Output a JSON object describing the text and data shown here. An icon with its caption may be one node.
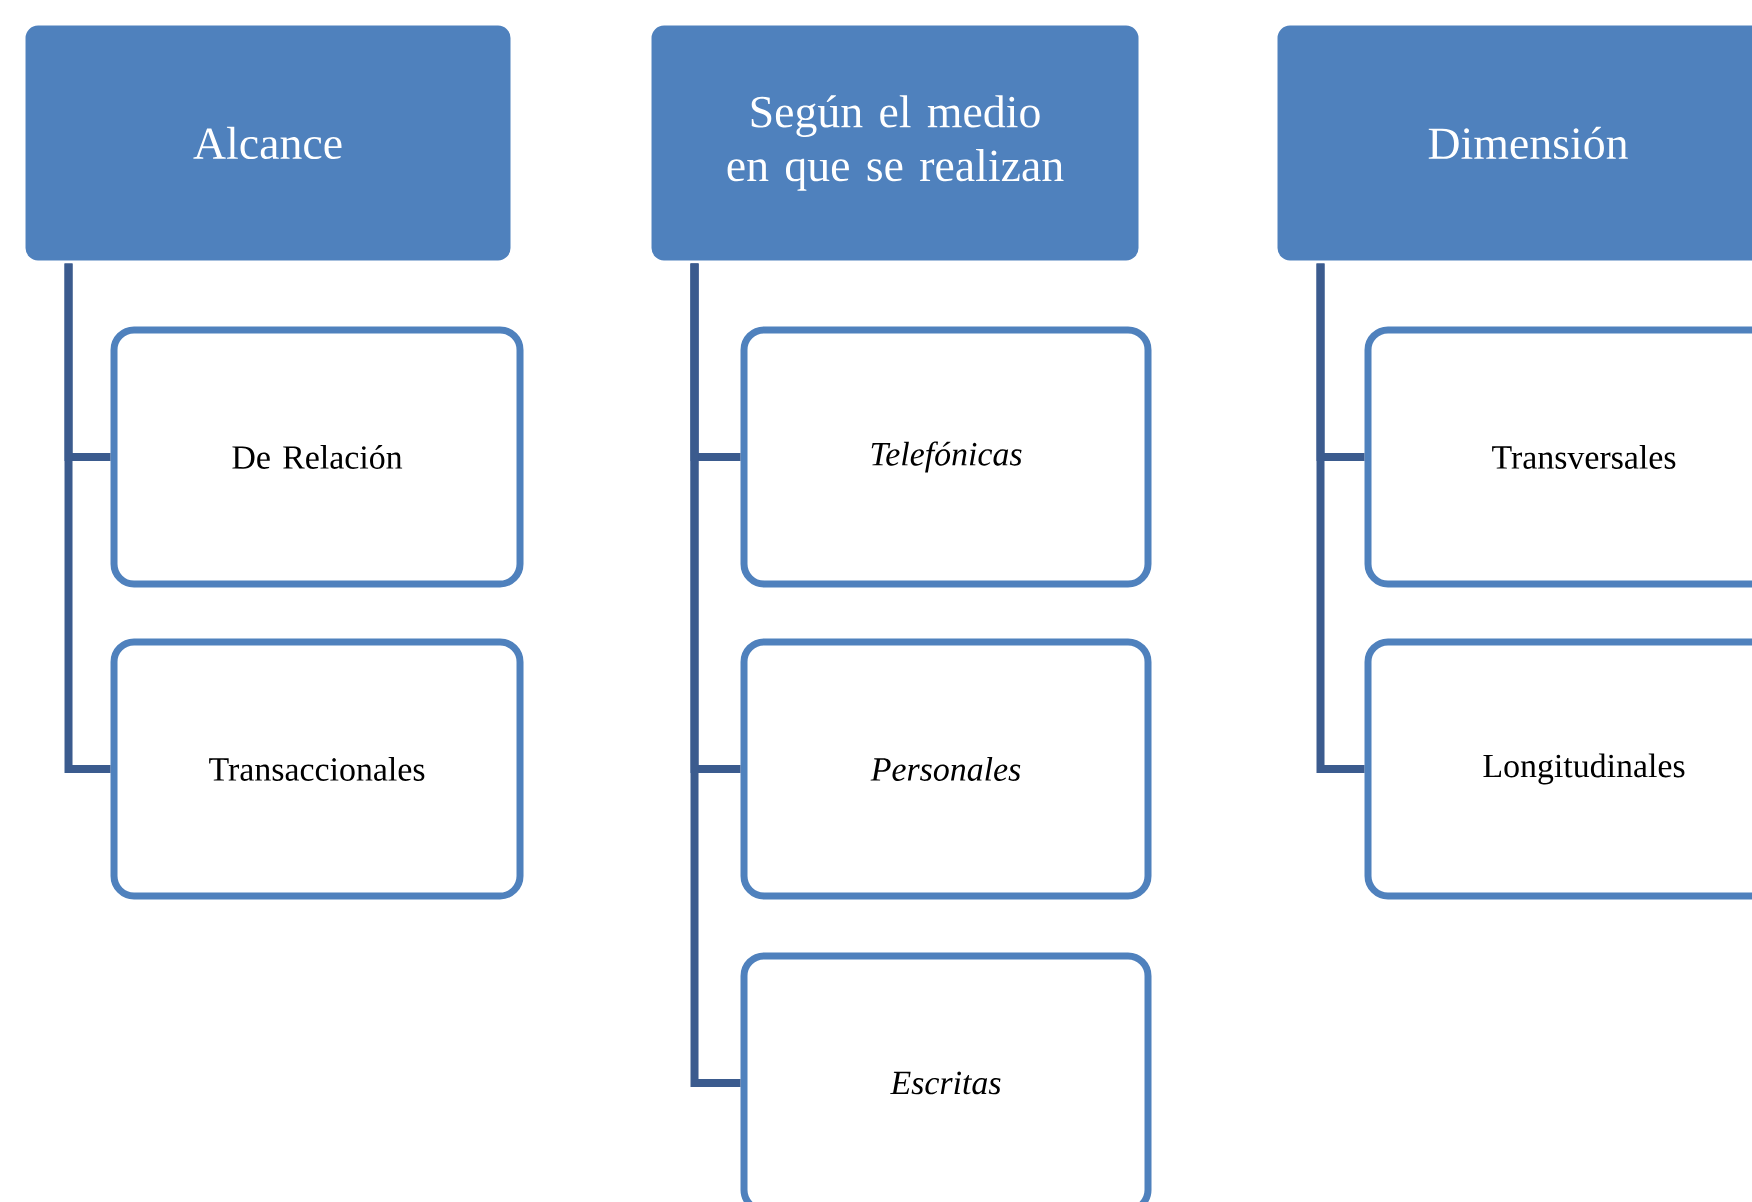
{
  "diagram": {
    "nodes": [
      {
        "text": [
          "Alcance"
        ]
      },
      {
        "text": [
          "De Relación"
        ]
      },
      {
        "text": [
          "Transaccionales"
        ]
      },
      {
        "text": [
          "Según el medio en que se realizan"
        ]
      },
      {
        "text": [
          "Telefónicas"
        ]
      },
      {
        "text": [
          "Personales"
        ]
      },
      {
        "text": [
          "Escritas"
        ]
      },
      {
        "text": [
          "Dimensión"
        ]
      },
      {
        "text": [
          "Transversales"
        ]
      },
      {
        "text": [
          "Longitudinales"
        ]
      }
    ],
    "edges": [
      {
        "from": 0,
        "to": 1,
        "arrow": "none"
      },
      {
        "from": 0,
        "to": 2,
        "arrow": "none"
      },
      {
        "from": 3,
        "to": 4,
        "arrow": "none"
      },
      {
        "from": 3,
        "to": 5,
        "arrow": "none"
      },
      {
        "from": 3,
        "to": 6,
        "arrow": "none"
      },
      {
        "from": 7,
        "to": 8,
        "arrow": "none"
      },
      {
        "from": 7,
        "to": 9,
        "arrow": "none"
      }
    ]
  }
}
